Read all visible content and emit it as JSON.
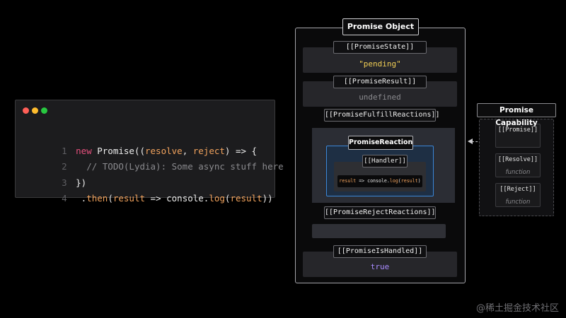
{
  "code_window": {
    "dots": [
      {
        "color": "#ff5f57"
      },
      {
        "color": "#febc2e"
      },
      {
        "color": "#28c840"
      }
    ],
    "lines": [
      {
        "num": "1",
        "tokens": [
          {
            "text": "new",
            "kind": "keyword"
          },
          {
            "text": " Promise((",
            "kind": "text"
          },
          {
            "text": "resolve",
            "kind": "param"
          },
          {
            "text": ", ",
            "kind": "text"
          },
          {
            "text": "reject",
            "kind": "param"
          },
          {
            "text": ") => {",
            "kind": "text"
          }
        ]
      },
      {
        "num": "2",
        "tokens": [
          {
            "text": "  // TODO(Lydia): Some async stuff here",
            "kind": "comment"
          }
        ]
      },
      {
        "num": "3",
        "tokens": [
          {
            "text": "})",
            "kind": "text"
          }
        ]
      },
      {
        "num": "4",
        "tokens": [
          {
            "text": " .",
            "kind": "text"
          },
          {
            "text": "then",
            "kind": "method"
          },
          {
            "text": "(",
            "kind": "text"
          },
          {
            "text": "result",
            "kind": "param"
          },
          {
            "text": " => console.",
            "kind": "text"
          },
          {
            "text": "log",
            "kind": "method"
          },
          {
            "text": "(",
            "kind": "text"
          },
          {
            "text": "result",
            "kind": "param"
          },
          {
            "text": "))",
            "kind": "text"
          }
        ]
      }
    ]
  },
  "promise_object": {
    "title": "Promise Object",
    "state_label": "[[PromiseState]]",
    "state_value": "\"pending\"",
    "result_label": "[[PromiseResult]]",
    "result_value": "undefined",
    "fulfill_label": "[[PromiseFulfillReactions]]",
    "reaction": {
      "title": "PromiseReaction",
      "handler_label": "[[Handler]]",
      "handler_code": [
        {
          "text": "result",
          "kind": "param"
        },
        {
          "text": " => console.",
          "kind": "text"
        },
        {
          "text": "log",
          "kind": "method"
        },
        {
          "text": "(",
          "kind": "text"
        },
        {
          "text": "result",
          "kind": "param"
        },
        {
          "text": ")",
          "kind": "text"
        }
      ]
    },
    "reject_label": "[[PromiseRejectReactions]]",
    "handled_label": "[[PromiseIsHandled]]",
    "handled_value": "true"
  },
  "promise_capability": {
    "title": "Promise Capability",
    "slots": [
      {
        "label": "[[Promise]]",
        "value": ""
      },
      {
        "label": "[[Resolve]]",
        "value": "function"
      },
      {
        "label": "[[Reject]]",
        "value": "function"
      }
    ]
  },
  "colors": {
    "keyword": "#e7507d",
    "param": "#f2a35d",
    "comment": "#8a8a8e",
    "state_value": "#f2cf55",
    "result_value": "#8a8a8e",
    "handled_value": "#a98bff",
    "reaction_border": "#3b87d8"
  },
  "watermark": "@稀土掘金技术社区"
}
